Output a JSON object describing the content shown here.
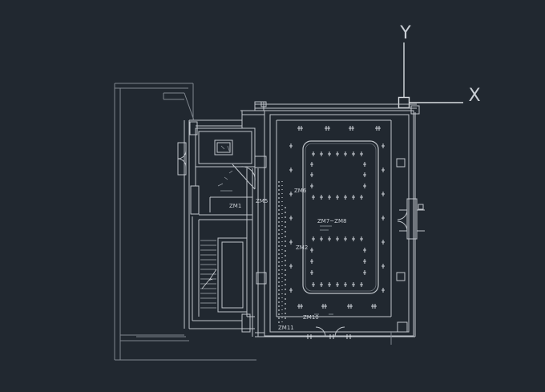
{
  "viewport": {
    "background": "#212830",
    "line_color": "#bfc4ca",
    "dim_line_color": "#7f868e"
  },
  "ucs": {
    "x_label": "X",
    "y_label": "Y",
    "icon": "ucs-axis-icon"
  },
  "drawing": {
    "tags": {
      "zm1": "ZM1",
      "zm2": "ZM2",
      "zm5": "ZM5",
      "zm6": "ZM6",
      "zm7_zm8": "ZM7~ZM8",
      "zm10": "ZM10",
      "zm11": "ZM11"
    }
  }
}
